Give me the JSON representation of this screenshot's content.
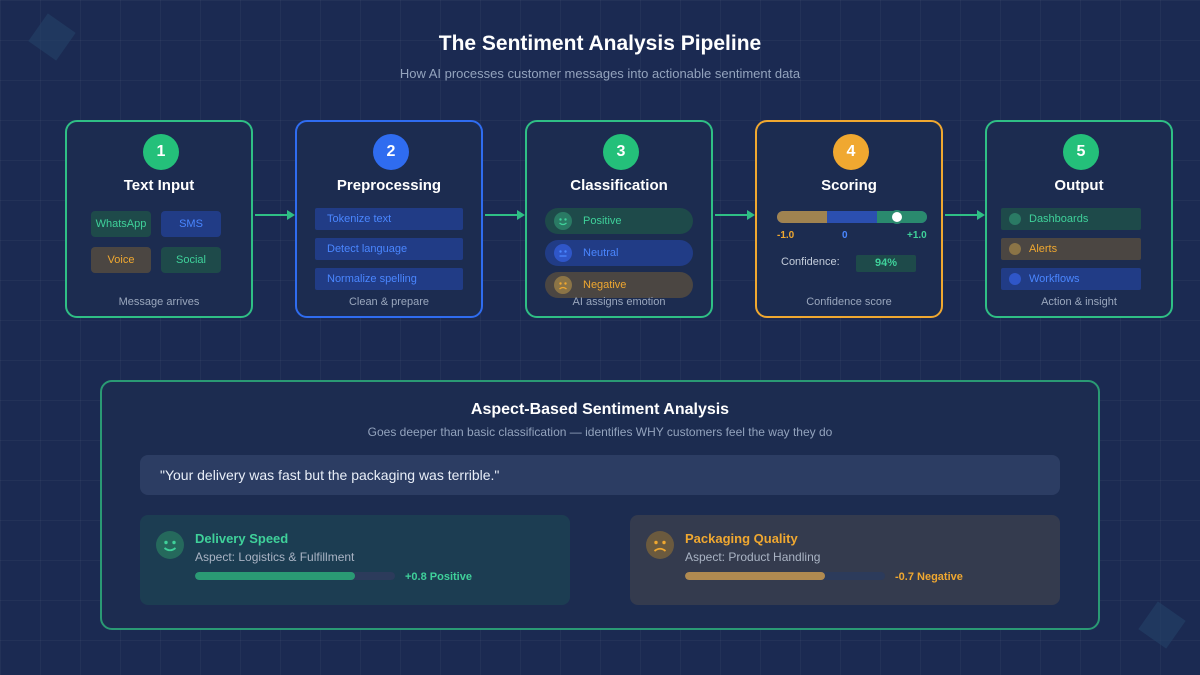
{
  "header": {
    "title": "The Sentiment Analysis Pipeline",
    "subtitle": "How AI processes customer messages into actionable sentiment data"
  },
  "steps": [
    {
      "number": "1",
      "title": "Text Input",
      "caption": "Message arrives",
      "channels": [
        "WhatsApp",
        "SMS",
        "Voice",
        "Social"
      ]
    },
    {
      "number": "2",
      "title": "Preprocessing",
      "caption": "Clean & prepare",
      "tasks": [
        "Tokenize text",
        "Detect language",
        "Normalize spelling"
      ]
    },
    {
      "number": "3",
      "title": "Classification",
      "caption": "AI assigns emotion",
      "classes": [
        "Positive",
        "Neutral",
        "Negative"
      ]
    },
    {
      "number": "4",
      "title": "Scoring",
      "caption": "Confidence score",
      "scale": {
        "min_label": "-1.0",
        "mid_label": "0",
        "max_label": "+1.0",
        "marker_value": 0.6
      },
      "confidence_label": "Confidence:",
      "confidence_value": "94%"
    },
    {
      "number": "5",
      "title": "Output",
      "caption": "Action & insight",
      "outputs": [
        "Dashboards",
        "Alerts",
        "Workflows"
      ]
    }
  ],
  "absa": {
    "title": "Aspect-Based Sentiment Analysis",
    "subtitle": "Goes deeper than basic classification — identifies WHY customers feel the way they do",
    "quote": "\"Your delivery was fast but the packaging was terrible.\"",
    "aspects": [
      {
        "name": "Delivery Speed",
        "aspect": "Aspect: Logistics & Fulfillment",
        "score": 0.8,
        "score_label": "+0.8 Positive"
      },
      {
        "name": "Packaging Quality",
        "aspect": "Aspect: Product Handling",
        "score": -0.7,
        "score_label": "-0.7 Negative"
      }
    ]
  },
  "colors": {
    "background": "#1b2a52",
    "positive": "#2fbf85",
    "neutral": "#2f6cf0",
    "negative": "#f0a830"
  }
}
